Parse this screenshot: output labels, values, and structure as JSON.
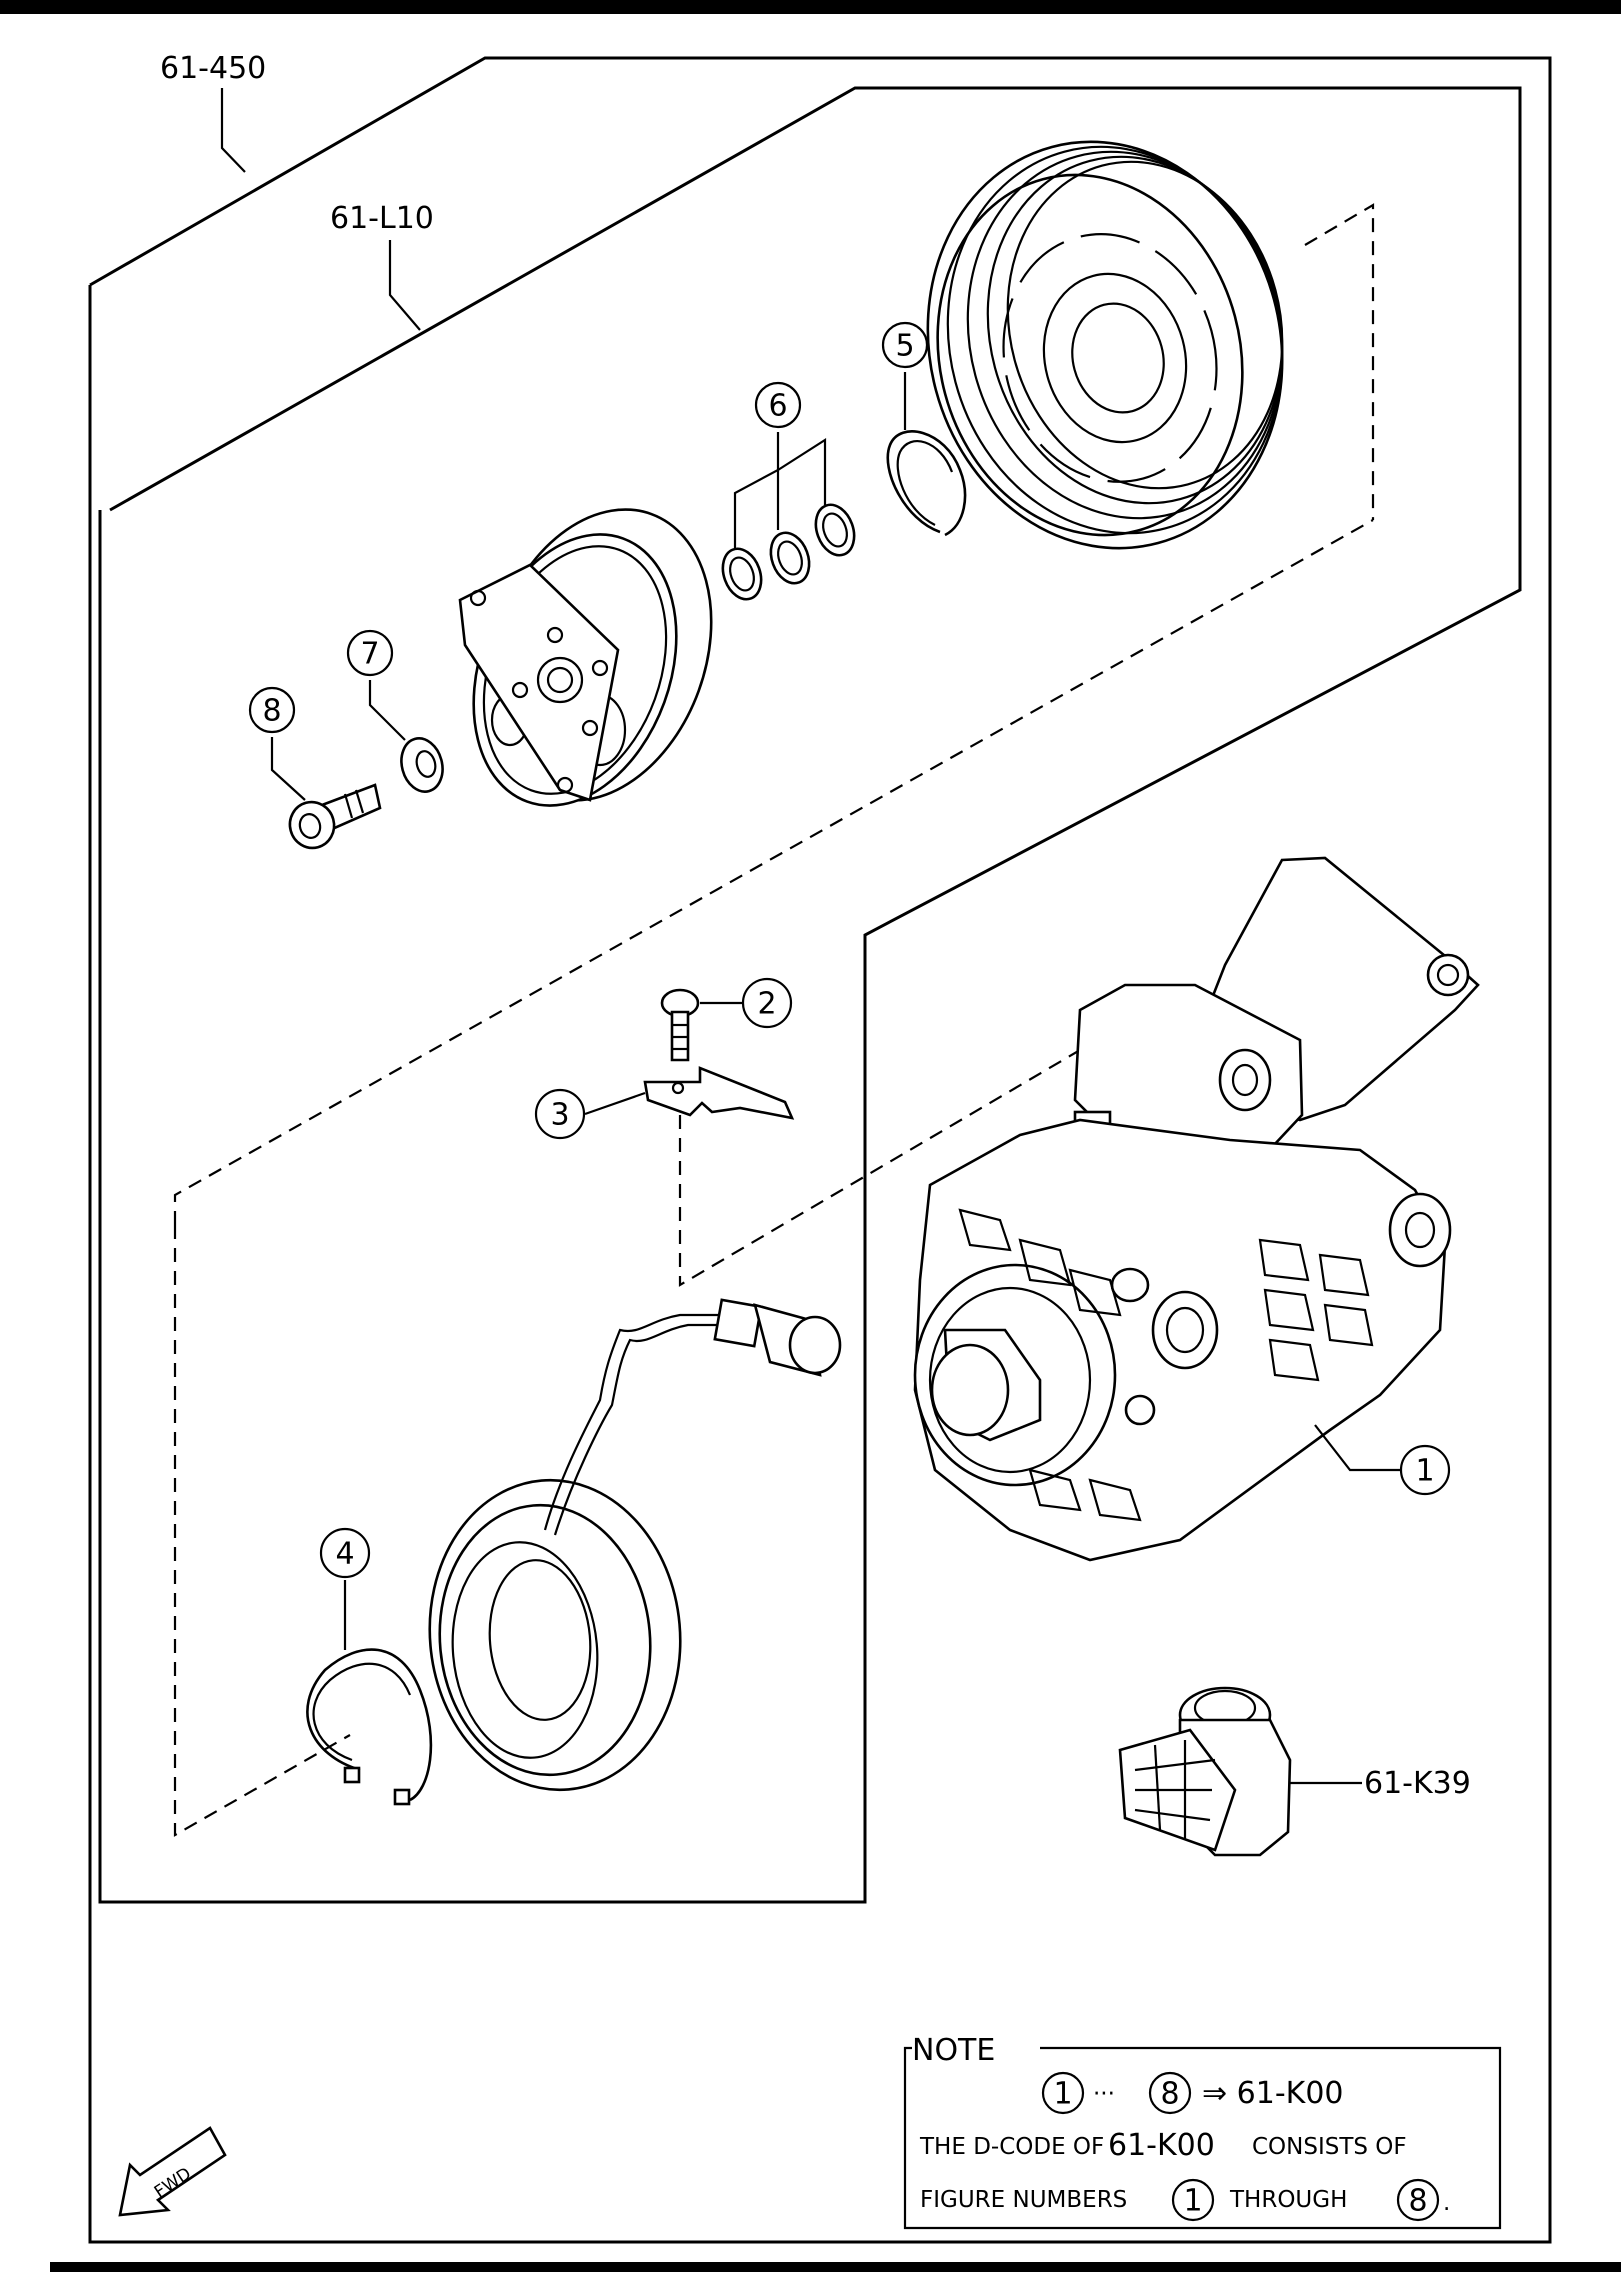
{
  "group_labels": {
    "assembly": "61-450",
    "clutch_set": "61-L10",
    "extra_part": "61-K39"
  },
  "callouts": {
    "c1": "1",
    "c2": "2",
    "c3": "3",
    "c4": "4",
    "c5": "5",
    "c6": "6",
    "c7": "7",
    "c8": "8"
  },
  "note": {
    "title": "NOTE",
    "range_start": "1",
    "range_dots": "···",
    "range_end": "8",
    "arrow_target": "⇒ 61-K00",
    "line2_a": "THE D-CODE OF",
    "line2_code": "61-K00",
    "line2_b": "CONSISTS OF",
    "line3_a": "FIGURE NUMBERS",
    "line3_start": "1",
    "line3_through": "THROUGH",
    "line3_end": "8",
    "line3_period": "."
  },
  "fwd_label": "FWD"
}
